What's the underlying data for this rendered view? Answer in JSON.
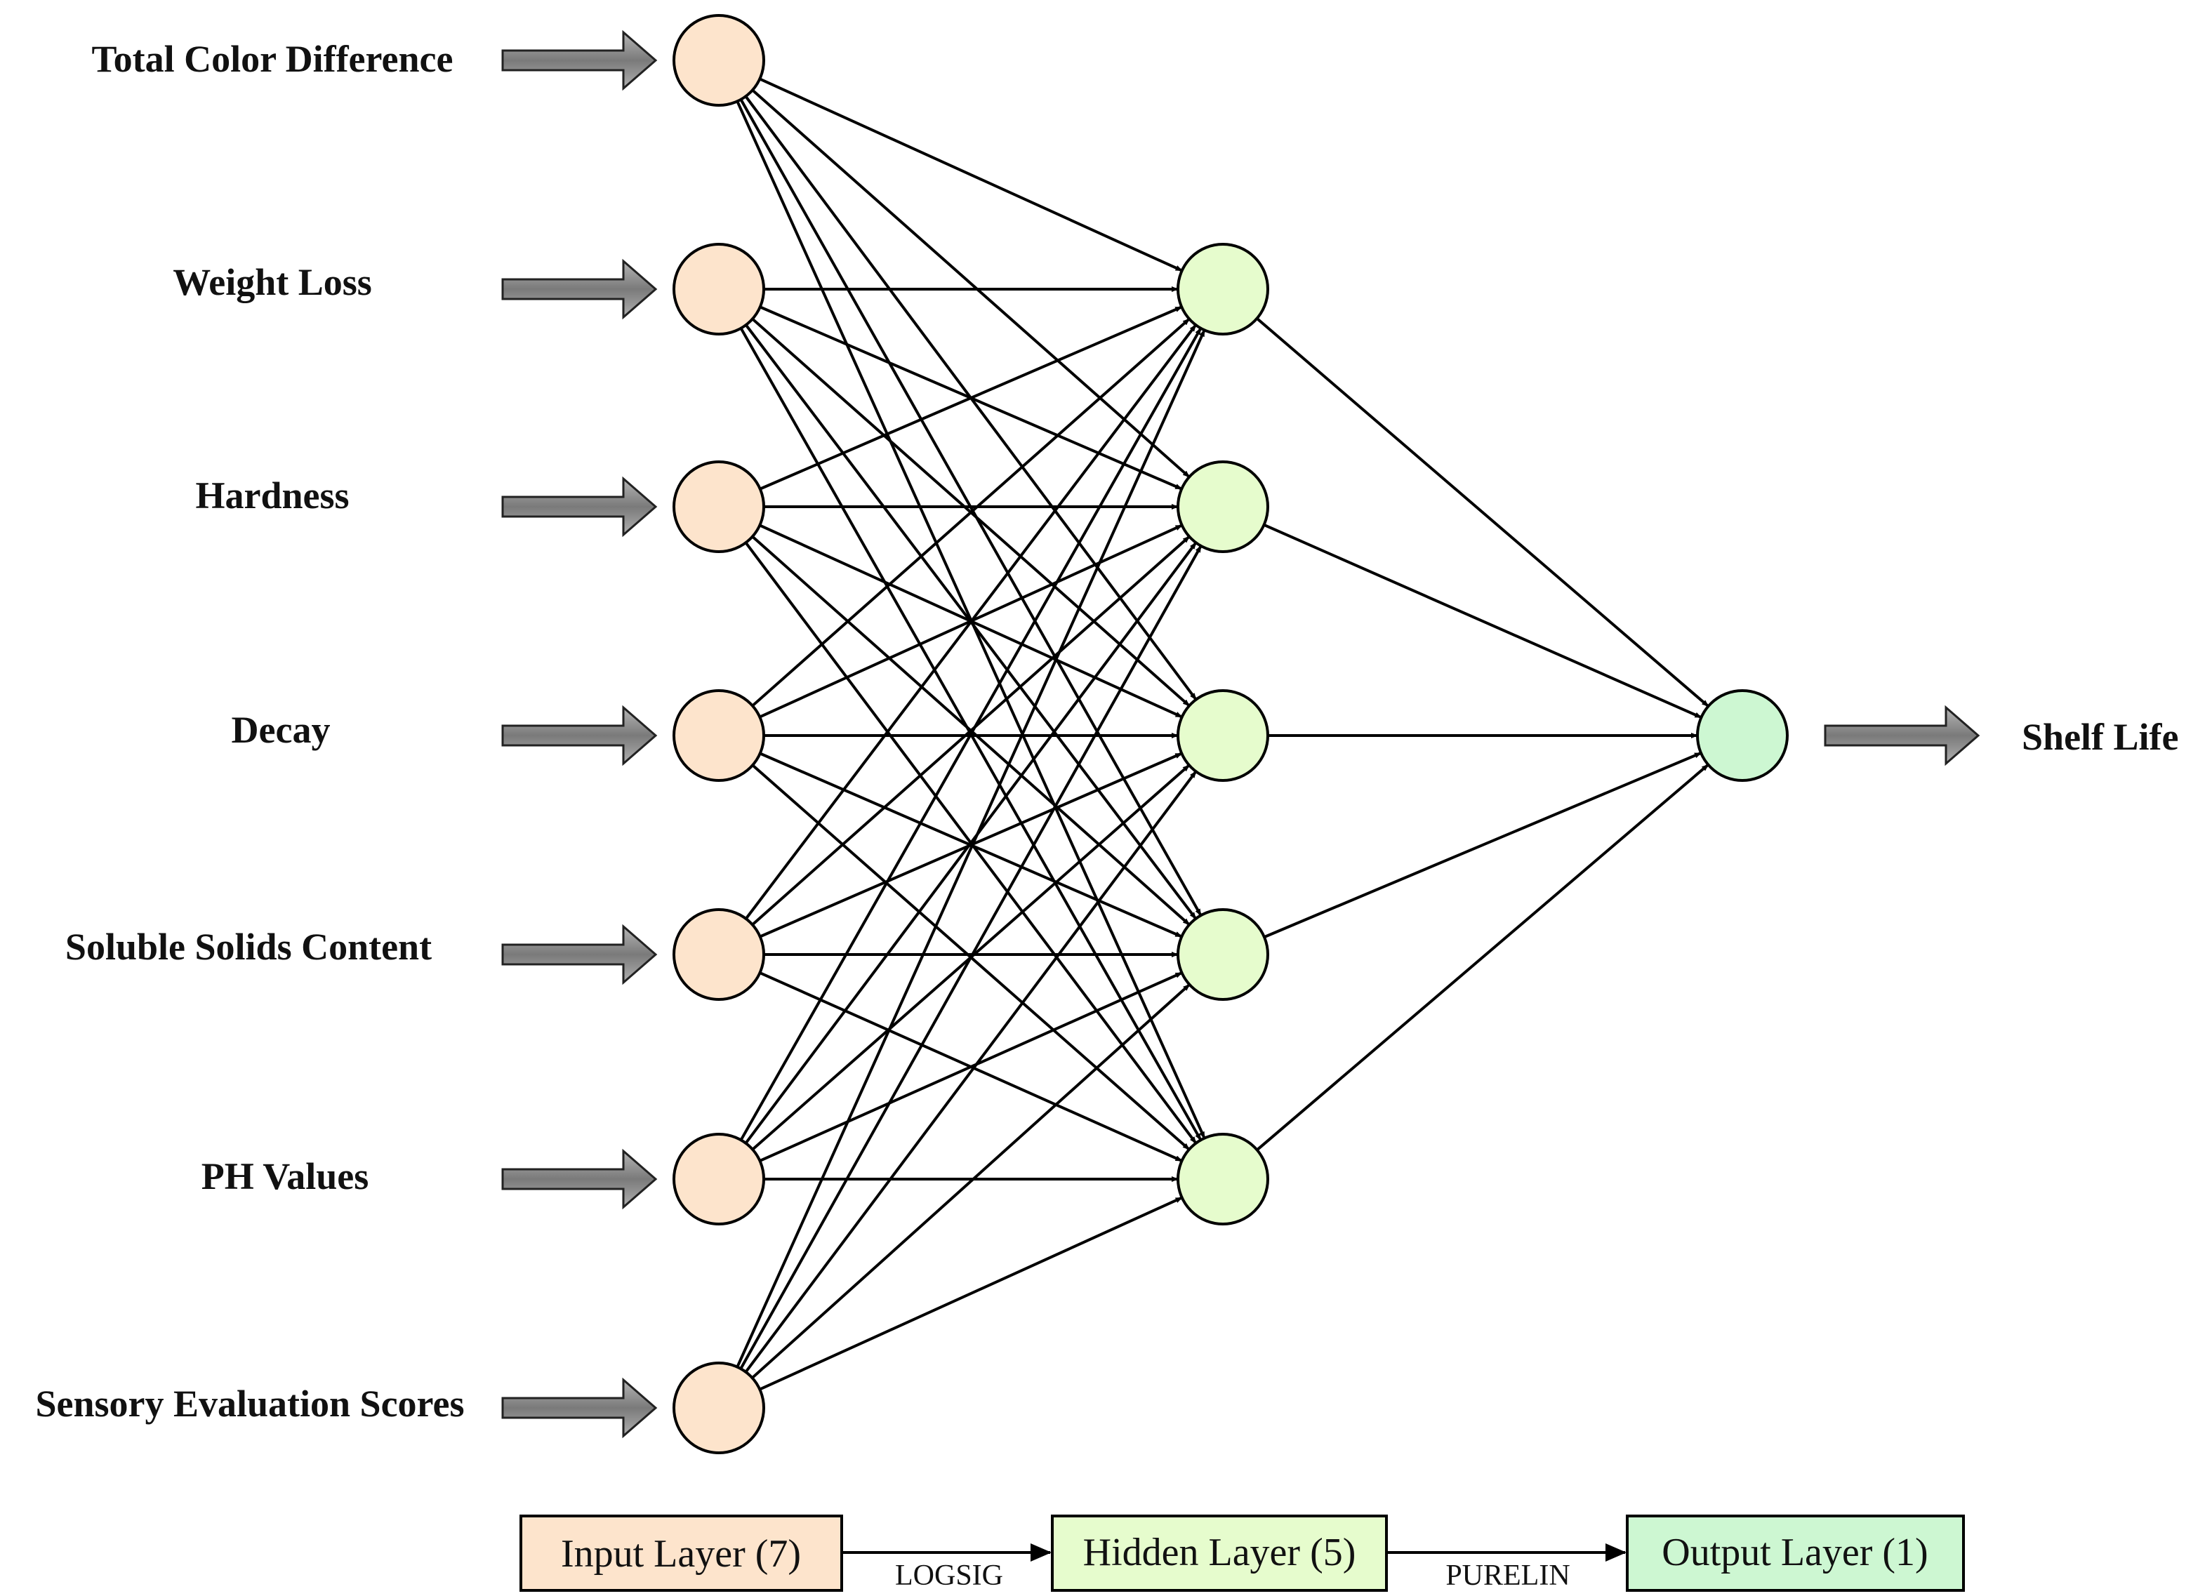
{
  "inputs": [
    "Total Color Difference",
    "Weight Loss",
    "Hardness",
    "Decay",
    "Soluble Solids Content",
    "PH Values",
    "Sensory Evaluation Scores"
  ],
  "output_label": "Shelf Life",
  "legend": {
    "input_layer": "Input Layer (7)",
    "hidden_layer": "Hidden Layer (5)",
    "output_layer": "Output Layer (1)",
    "input_to_hidden_fn": "LOGSIG",
    "hidden_to_output_fn": "PURELIN"
  },
  "layer_sizes": {
    "input": 7,
    "hidden": 5,
    "output": 1
  },
  "colors": {
    "input_node": "#fde4cc",
    "hidden_node": "#e6fccd",
    "output_node": "#cdf7d2",
    "arrow_fill": "#808080",
    "line": "#000000"
  }
}
